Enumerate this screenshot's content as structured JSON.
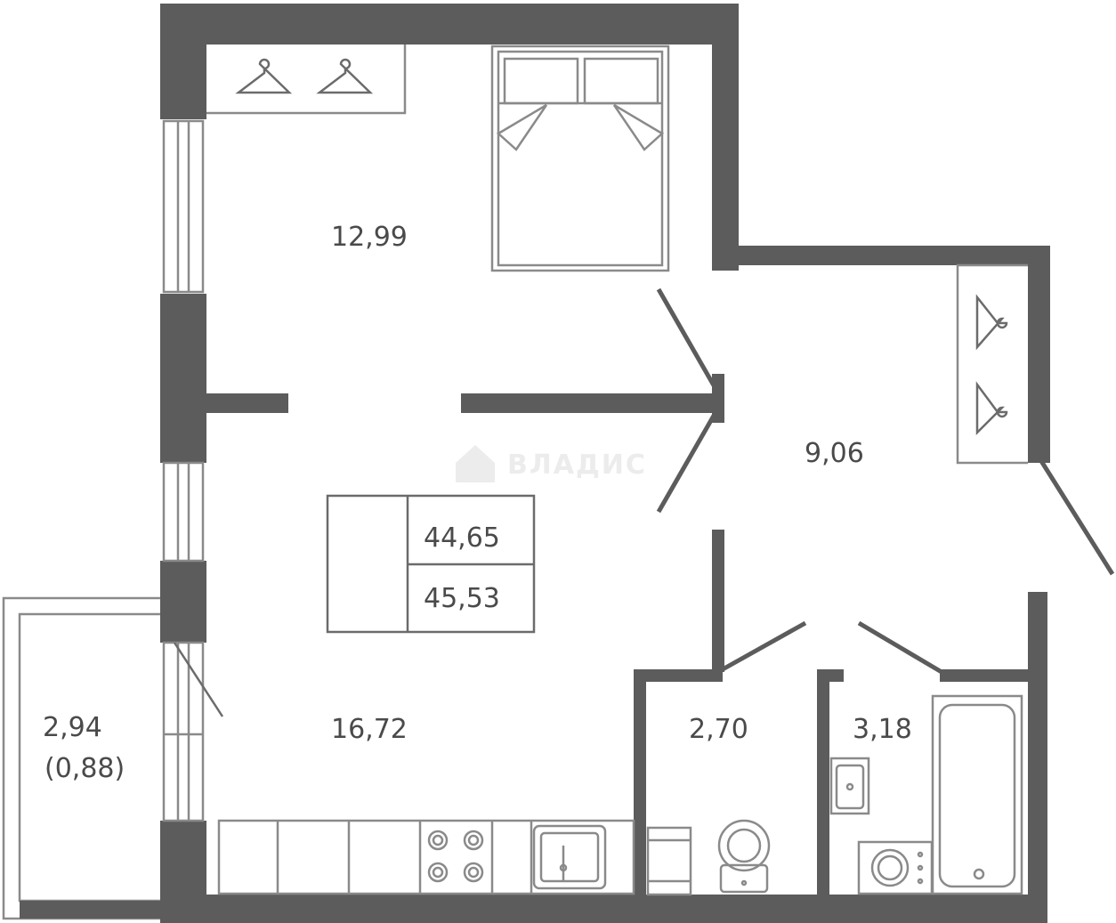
{
  "watermark": "ВЛАДИС",
  "rooms": {
    "bedroom": "12,99",
    "living_kitchen": "16,72",
    "hall": "9,06",
    "toilet": "2,70",
    "bathroom": "3,18",
    "balcony_area": "2,94",
    "balcony_coef": "(0,88)"
  },
  "summary": {
    "living_area": "44,65",
    "total_area": "45,53"
  },
  "icons": [
    "hanger-icon",
    "bed-icon",
    "stove-icon",
    "sink-icon",
    "toilet-icon",
    "bathtub-icon",
    "washing-machine-icon",
    "home-logo-icon"
  ]
}
